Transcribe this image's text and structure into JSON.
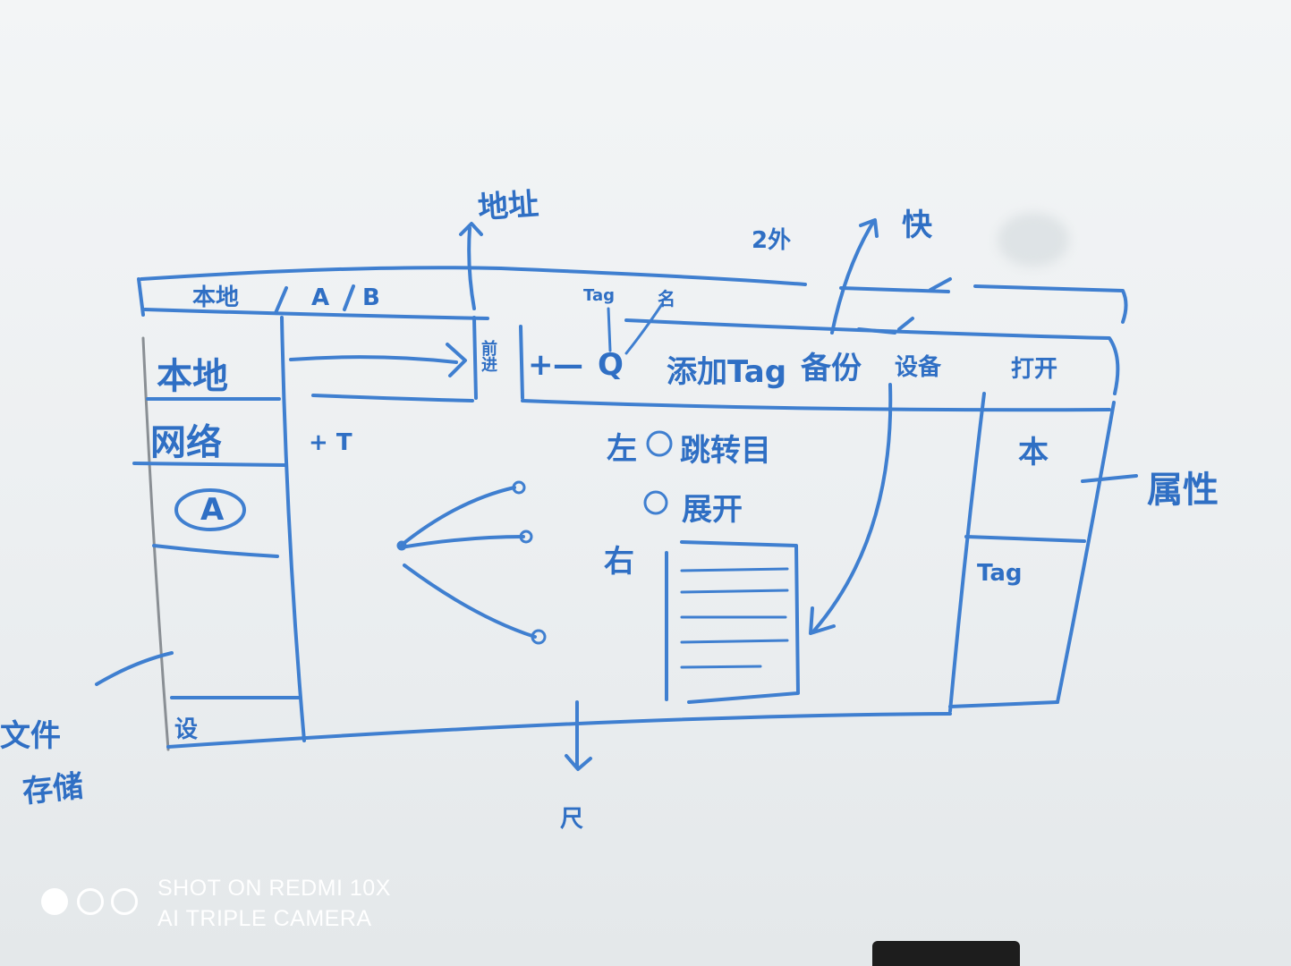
{
  "top_annotations": {
    "address": "地址",
    "fast": "快",
    "zoom": "2外"
  },
  "tab_bar": {
    "tabs": [
      "本地",
      "A",
      "B"
    ]
  },
  "sidebar": {
    "items": [
      "本地",
      "网络",
      "A"
    ],
    "footer": "设"
  },
  "toolbar": {
    "nav": "前进",
    "plus": "+",
    "minus": "—",
    "search": "Q",
    "tag_note": "Tag",
    "name_note": "名",
    "add_tag": "添加Tag",
    "backup": "备份",
    "file_list": "设备",
    "open": "打开"
  },
  "main": {
    "network_hint": "+ T",
    "left_label": "左",
    "left_line": "跳转目",
    "expand_label": "展开",
    "right_label": "右"
  },
  "right_panel": {
    "top_label": "本",
    "bottom_label": "Tag",
    "side_note": "属性"
  },
  "side_notes": {
    "file": "文件",
    "storage": "存储"
  },
  "bottom_note": "尺",
  "watermark": {
    "line1": "SHOT ON REDMI 10X",
    "line2": "AI TRIPLE CAMERA"
  },
  "colors": {
    "ink": "#3f7fd0",
    "board": "#eef1f3"
  }
}
